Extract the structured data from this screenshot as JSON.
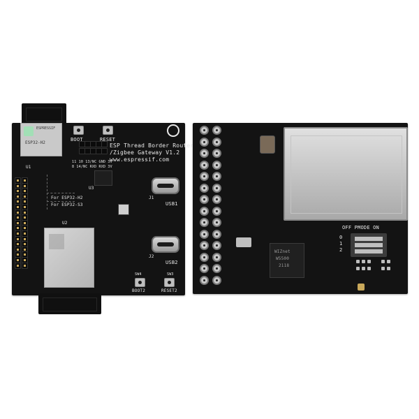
{
  "left_board": {
    "title_line1": "ESP Thread Border Router",
    "title_line2": "/Zigbee Gateway V1.2",
    "url": "www.espressif.com",
    "boot_label": "BOOT",
    "reset_label": "RESET",
    "boot2_label": "BOOT2",
    "reset2_label": "RESET2",
    "usb1_label": "USB1",
    "usb2_label": "USB2",
    "for_h2": "For ESP32-H2",
    "for_s3": "For ESP32-S3",
    "u1_label": "U1",
    "u2_label": "U2",
    "u3_label": "U3",
    "sw3_label": "SW3",
    "sw4_label": "SW4",
    "j1_label": "J1",
    "j2_label": "J2",
    "pin_header_top": "11 10 13/NC GND 3V",
    "pin_header_bottom": "8 14/NC RXD RXD 3V",
    "module_label": "ESP32-H2",
    "module_top_label": "ESPRESSIF"
  },
  "right_board": {
    "switch_header": "OFF PMODE ON",
    "switch_nums": [
      "0",
      "1",
      "2"
    ],
    "eth_chip_brand": "WIZnet",
    "eth_chip_name": "W5500",
    "eth_chip_code": "2118"
  }
}
